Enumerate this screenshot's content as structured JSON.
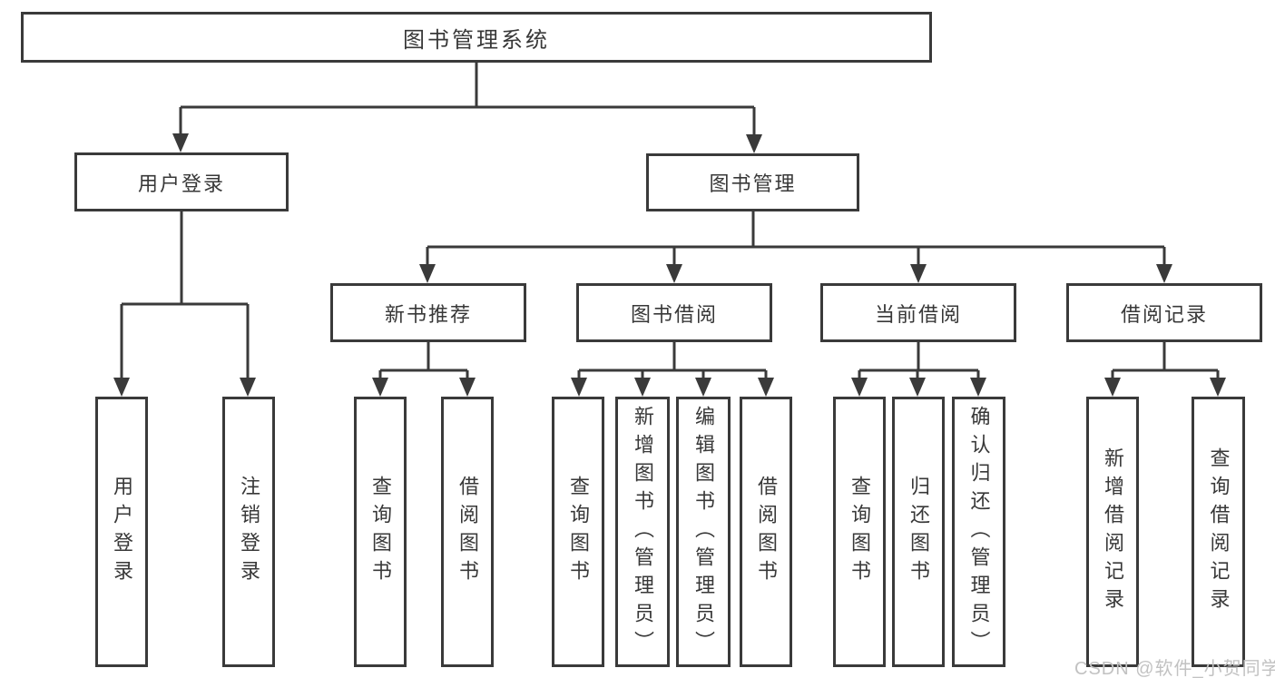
{
  "tree": {
    "label": "图书管理系统",
    "children": [
      {
        "label": "用户登录",
        "children": [
          {
            "label": "用户登录"
          },
          {
            "label": "注销登录"
          }
        ]
      },
      {
        "label": "图书管理",
        "children": [
          {
            "label": "新书推荐",
            "children": [
              {
                "label": "查询图书"
              },
              {
                "label": "借阅图书"
              }
            ]
          },
          {
            "label": "图书借阅",
            "children": [
              {
                "label": "查询图书"
              },
              {
                "label": "新增图书（管理员）"
              },
              {
                "label": "编辑图书（管理员）"
              },
              {
                "label": "借阅图书"
              }
            ]
          },
          {
            "label": "当前借阅",
            "children": [
              {
                "label": "查询图书"
              },
              {
                "label": "归还图书"
              },
              {
                "label": "确认归还（管理员）"
              }
            ]
          },
          {
            "label": "借阅记录",
            "children": [
              {
                "label": "新增借阅记录"
              },
              {
                "label": "查询借阅记录"
              }
            ]
          }
        ]
      }
    ]
  },
  "watermark": {
    "text": "CSDN @软件_小贺同学"
  },
  "colors": {
    "line": "#3a3a3a",
    "text": "#383838",
    "background": "#ffffff",
    "watermark": "#c2c2c2"
  }
}
